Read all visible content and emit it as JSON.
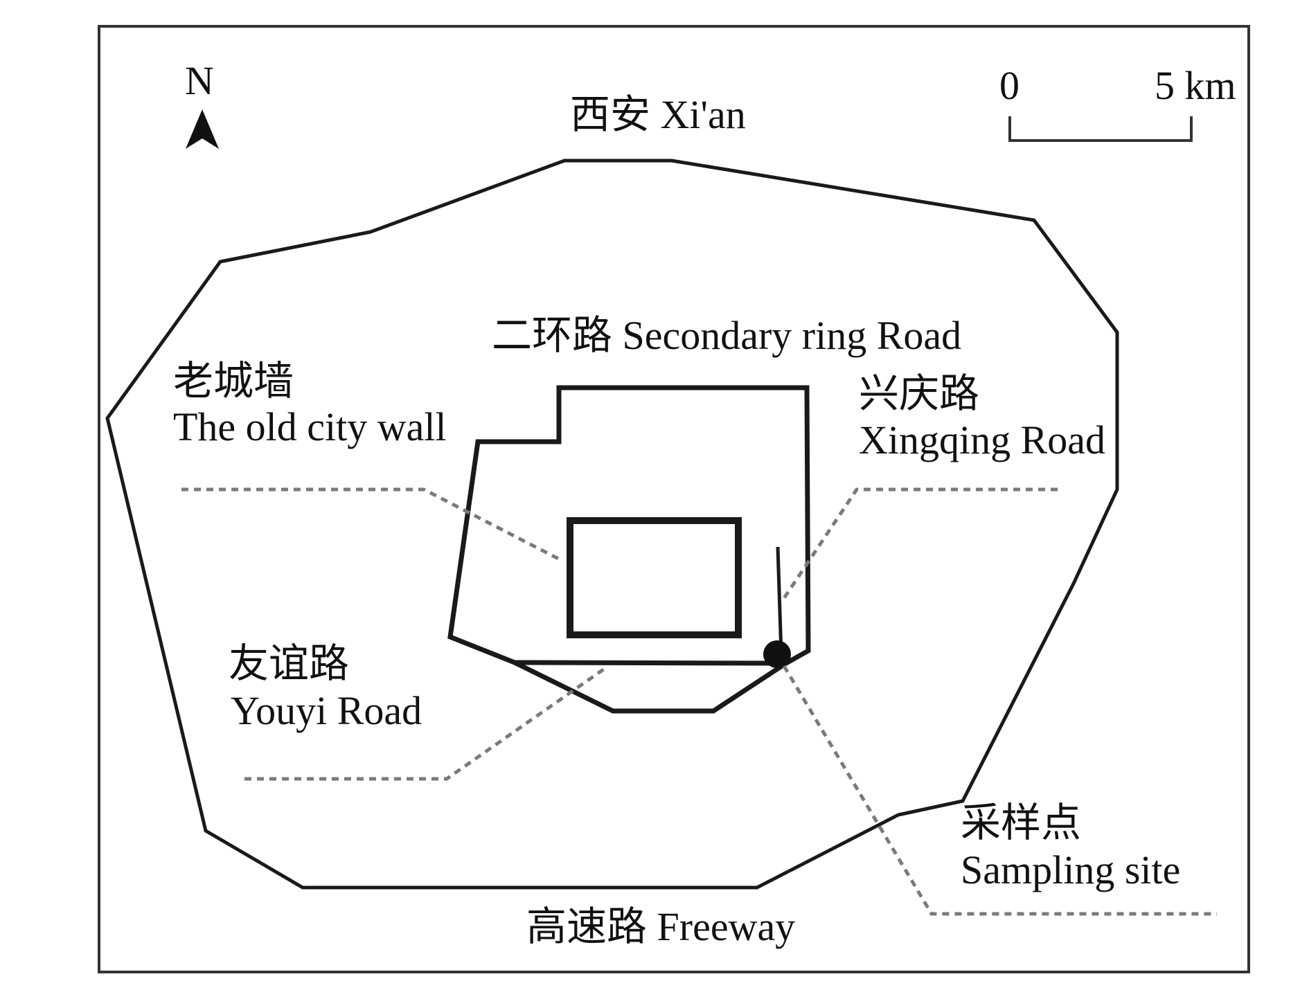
{
  "labels": {
    "north": "N",
    "city": "西安 Xi'an",
    "scale_zero": "0",
    "scale_end": "5 km",
    "ring_road": "二环路 Secondary ring Road",
    "city_wall_cn": "老城墙",
    "city_wall_en": "The old city wall",
    "xingqing_cn": "兴庆路",
    "xingqing_en": "Xingqing Road",
    "youyi_cn": "友谊路",
    "youyi_en": "Youyi Road",
    "sampling_cn": "采样点",
    "sampling_en": "Sampling site",
    "freeway": "高速路 Freeway"
  },
  "colors": {
    "line": "#1a1a1a",
    "leader": "#7a7a7a"
  }
}
